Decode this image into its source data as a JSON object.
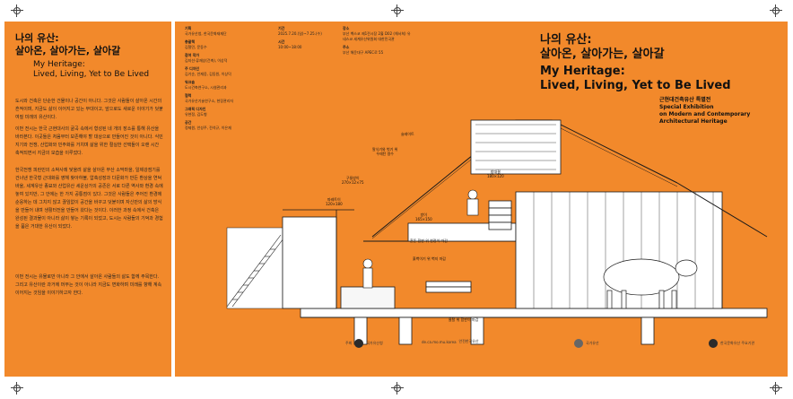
{
  "left": {
    "title_kr_1": "나의 유산:",
    "title_kr_2": "살아온, 살아가는, 살아갈",
    "title_en_1": "My Heritage:",
    "title_en_2": "Lived, Living, Yet to Be Lived",
    "para1": "도시와 건축은 단순한 건물이나 공간이 아니다. 그것은 사람들이 살아온 시간의 흔적이며, 지금도 삶이 이어지고 있는 무대이고, 앞으로도 새로운 이야기가 덧붙여질 미래의 유산이다.",
    "para2": "이번 전시는 한국 근현대사의 굴곡 속에서 형성된 네 개의 장소를 통해 유산을 바라본다. 이곳들은 처음부터 보존해야 할 대상으로 만들어진 것이 아니다. 식민지기와 전쟁, 산업화와 민주화를 거치며 삶을 위한 절실한 선택들이 오랜 시간 축적되면서 지금의 모습을 이루었다.",
    "para3": "한국전쟁 피란민의 소박사례 닻올려 삶을 살아온 부산 소막마을, 일제강점기를 건너낸 한국형 근대화를 영해 찾아하볼, 압축성장과 다문화가 만든 환상을 연덕바울, 세계유산 종묘와 산업유산 세운상가의 공존은 서로 다른 역사와 환경 속에 놓여 있지만, 그 안에는 한 가지 공통점이 있다. 그것은 사람들은 주어진 환경에 순응하는 데 그치지 않고 끊임없이 공간을 바꾸고 덧붙이며 자신만의 삶의 방식을 만들어 내며 생활터전을 만들어 왔다는 것이다. 이러한 과정 속에서 건축은 완성된 결과물이 아니라 삶이 쌓는 기록이 되었고, 도시는 사람들의 기억과 경험을 품은 거대한 유산이 되었다.",
    "para4": "이번 전시는 유물로만 아니라 그 안에서 살아온 사람들의 삶도 함께 주목한다. 그리고 유산이란 과거에 머무는 것이 아니라 지금도 변화하며 미래를 향해 계속 이어지는 것임을 이야기하고자 한다."
  },
  "info1": [
    {
      "label": "기획",
      "value": "국가유산청, 한국문화재재단"
    },
    {
      "label": "총괄책",
      "value": "김철민, 문동수"
    },
    {
      "label": "참여 작가",
      "value": "김지선·류재상(건축), 이상덕"
    },
    {
      "label": "주 디자인",
      "value": "김기순, 안재웅, 김동원, 이상덕"
    },
    {
      "label": "워크숍",
      "value": "도시건축연구소, 시설관리과"
    },
    {
      "label": "협력",
      "value": "국가유산기술연구소, 현장관리자"
    },
    {
      "label": "그래픽 디자인",
      "value": "유현정, 김도형"
    },
    {
      "label": "공간",
      "value": "정제원, 안성주, 전석규, 이은재"
    }
  ],
  "info2": [
    {
      "label": "기간",
      "value": "2025.7.20.(일)~7.25.(수)"
    },
    {
      "label": "시간",
      "value": "10:00~18:00"
    }
  ],
  "info3": [
    {
      "label": "장소",
      "value": "부산 벡스코 제1전시장 2홀 D02 (해서희) 유네스코 세계유산위원회 대한민국관"
    },
    {
      "label": "주소",
      "value": "부산 해운대구 APEC로 55"
    }
  ],
  "main": {
    "title_kr_1": "나의 유산:",
    "title_kr_2": "살아온, 살아가는, 살아갈",
    "title_en_1": "My Heritage:",
    "title_en_2": "Lived, Living, Yet to Be Lived",
    "subtitle_kr": "근현대건축유산 특별전",
    "subtitle_en_1": "Special Exhibition",
    "subtitle_en_2": "on Modern and Contemporary",
    "subtitle_en_3": "Architectural Heritage"
  },
  "labels": {
    "roof": "슬레이트",
    "vent": "말식기와 벗기 위\n우레탄 쌍수",
    "window": "창대결\n180×120",
    "room": "구들방이\n270×12×75",
    "floor1": "파레트이\n120×180",
    "floor2": "방이\n165×150",
    "wall": "흔돈 함판 위 천정이 따감",
    "wall2": "흙벽이기 위 벽지 마감",
    "ground": "물탈 위 함판이 마감"
  },
  "footer": {
    "left_label": "주최",
    "org1": "국가유산청",
    "middle": "de.ca.mo.mu.korea",
    "middle2": "안전한국유산",
    "org2": "국가유산",
    "right": "한국문화유산 주요기관"
  }
}
